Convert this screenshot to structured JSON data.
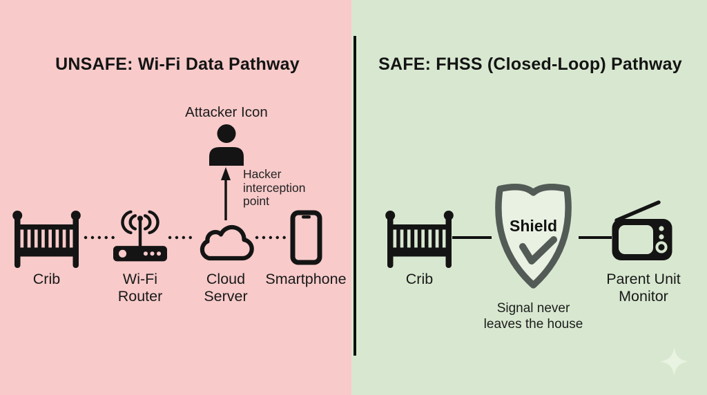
{
  "left_panel": {
    "title": "UNSAFE: Wi-Fi Data Pathway",
    "attacker_label": "Attacker Icon",
    "interception_note": "Hacker interception point",
    "nodes": [
      {
        "label": "Crib"
      },
      {
        "label": "Wi-Fi Router"
      },
      {
        "label": "Cloud Server"
      },
      {
        "label": "Smartphone"
      }
    ]
  },
  "right_panel": {
    "title": "SAFE: FHSS (Closed-Loop) Pathway",
    "shield_label": "Shield",
    "note": "Signal never leaves the house",
    "nodes": [
      {
        "label": "Crib"
      },
      {
        "label": "Parent Unit Monitor"
      }
    ]
  },
  "icons": [
    "crib-icon",
    "wifi-router-icon",
    "cloud-server-icon",
    "smartphone-icon",
    "attacker-person-icon",
    "up-arrow-icon",
    "shield-icon",
    "checkmark-icon",
    "parent-monitor-icon",
    "sparkle-icon"
  ],
  "colors": {
    "left_bg": "#f8caca",
    "right_bg": "#d8e8d0",
    "divider": "#0e0e0e",
    "icon_black": "#141414",
    "shield_gray": "#535b57",
    "shield_fill": "#e9f1e2",
    "sparkle": "#e9f3e1",
    "text": "#1a1a1a"
  }
}
